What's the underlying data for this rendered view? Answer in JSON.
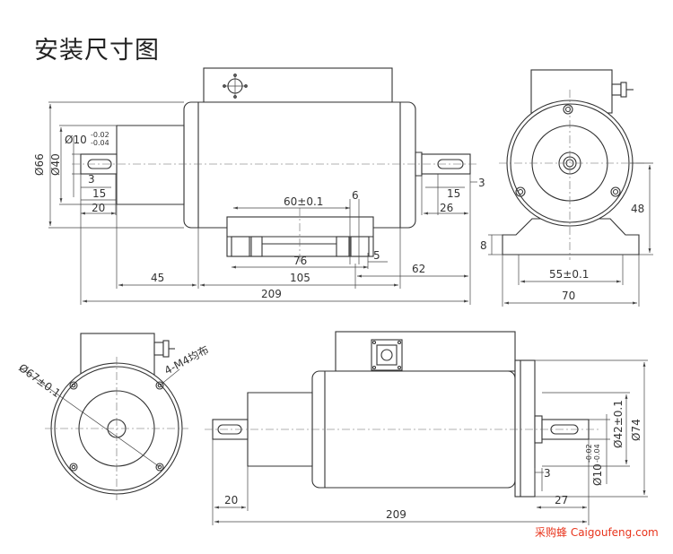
{
  "title": "安装尺寸图",
  "watermark": "采购蜂 Caigoufeng.com",
  "dims": {
    "d66": "Ø66",
    "d40": "Ø40",
    "d10": "Ø10",
    "tol_up": "-0.02",
    "tol_dn": "-0.04",
    "n3": "3",
    "n15": "15",
    "n20": "20",
    "n60": "60±0.1",
    "n6": "6",
    "n76": "76",
    "n5": "5",
    "n45": "45",
    "n105": "105",
    "n62": "62",
    "n209": "209",
    "n26": "26",
    "n48": "48",
    "n8": "8",
    "n55": "55±0.1",
    "n70": "70",
    "d67": "Ø67±0.1",
    "m4": "4-M4均布",
    "d42": "Ø42±0.1",
    "d74": "Ø74",
    "n27": "27"
  }
}
